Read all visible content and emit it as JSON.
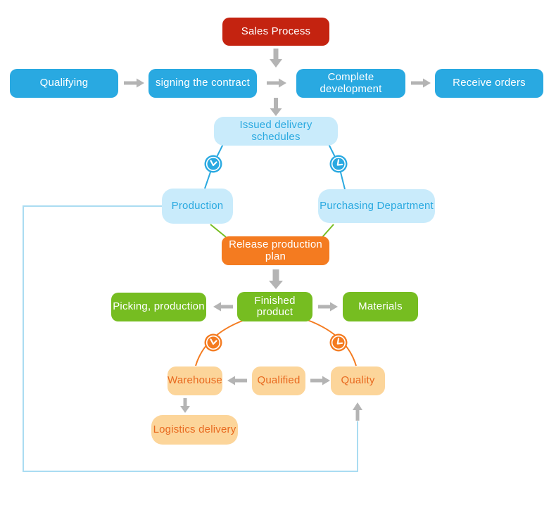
{
  "diagram_title": "Sales Process",
  "colors": {
    "red": "#c42310",
    "blue": "#29a9e1",
    "light_blue_fill": "#c9ebfb",
    "light_blue_text": "#2aa9e0",
    "orange": "#f47b20",
    "green": "#76bd21",
    "light_orange_fill": "#fcd59a",
    "light_orange_text": "#e8691f",
    "arrow_gray": "#b4b4b4",
    "feedback_line_blue": "#aadcf2"
  },
  "nodes": {
    "sales_process": {
      "label": "Sales Process"
    },
    "qualifying": {
      "label": "Qualifying"
    },
    "signing_the_contract": {
      "label": "signing the contract"
    },
    "complete_development": {
      "label": "Complete development"
    },
    "receive_orders": {
      "label": "Receive orders"
    },
    "issued_delivery_schedules": {
      "label": "Issued delivery schedules"
    },
    "production": {
      "label": "Production"
    },
    "purchasing_department": {
      "label": "Purchasing Department"
    },
    "release_production_plan": {
      "label": "Release production plan"
    },
    "picking_production": {
      "label": "Picking, production"
    },
    "finished_product": {
      "label": "Finished product"
    },
    "materials": {
      "label": "Materials"
    },
    "warehouse": {
      "label": "Warehouse"
    },
    "qualified": {
      "label": "Qualified"
    },
    "quality": {
      "label": "Quality"
    },
    "logistics_delivery": {
      "label": "Logistics delivery"
    }
  },
  "icons": {
    "clock_blue_left": "clock-icon",
    "clock_blue_right": "clock-icon",
    "clock_orange_left": "clock-icon",
    "clock_orange_right": "clock-icon"
  }
}
